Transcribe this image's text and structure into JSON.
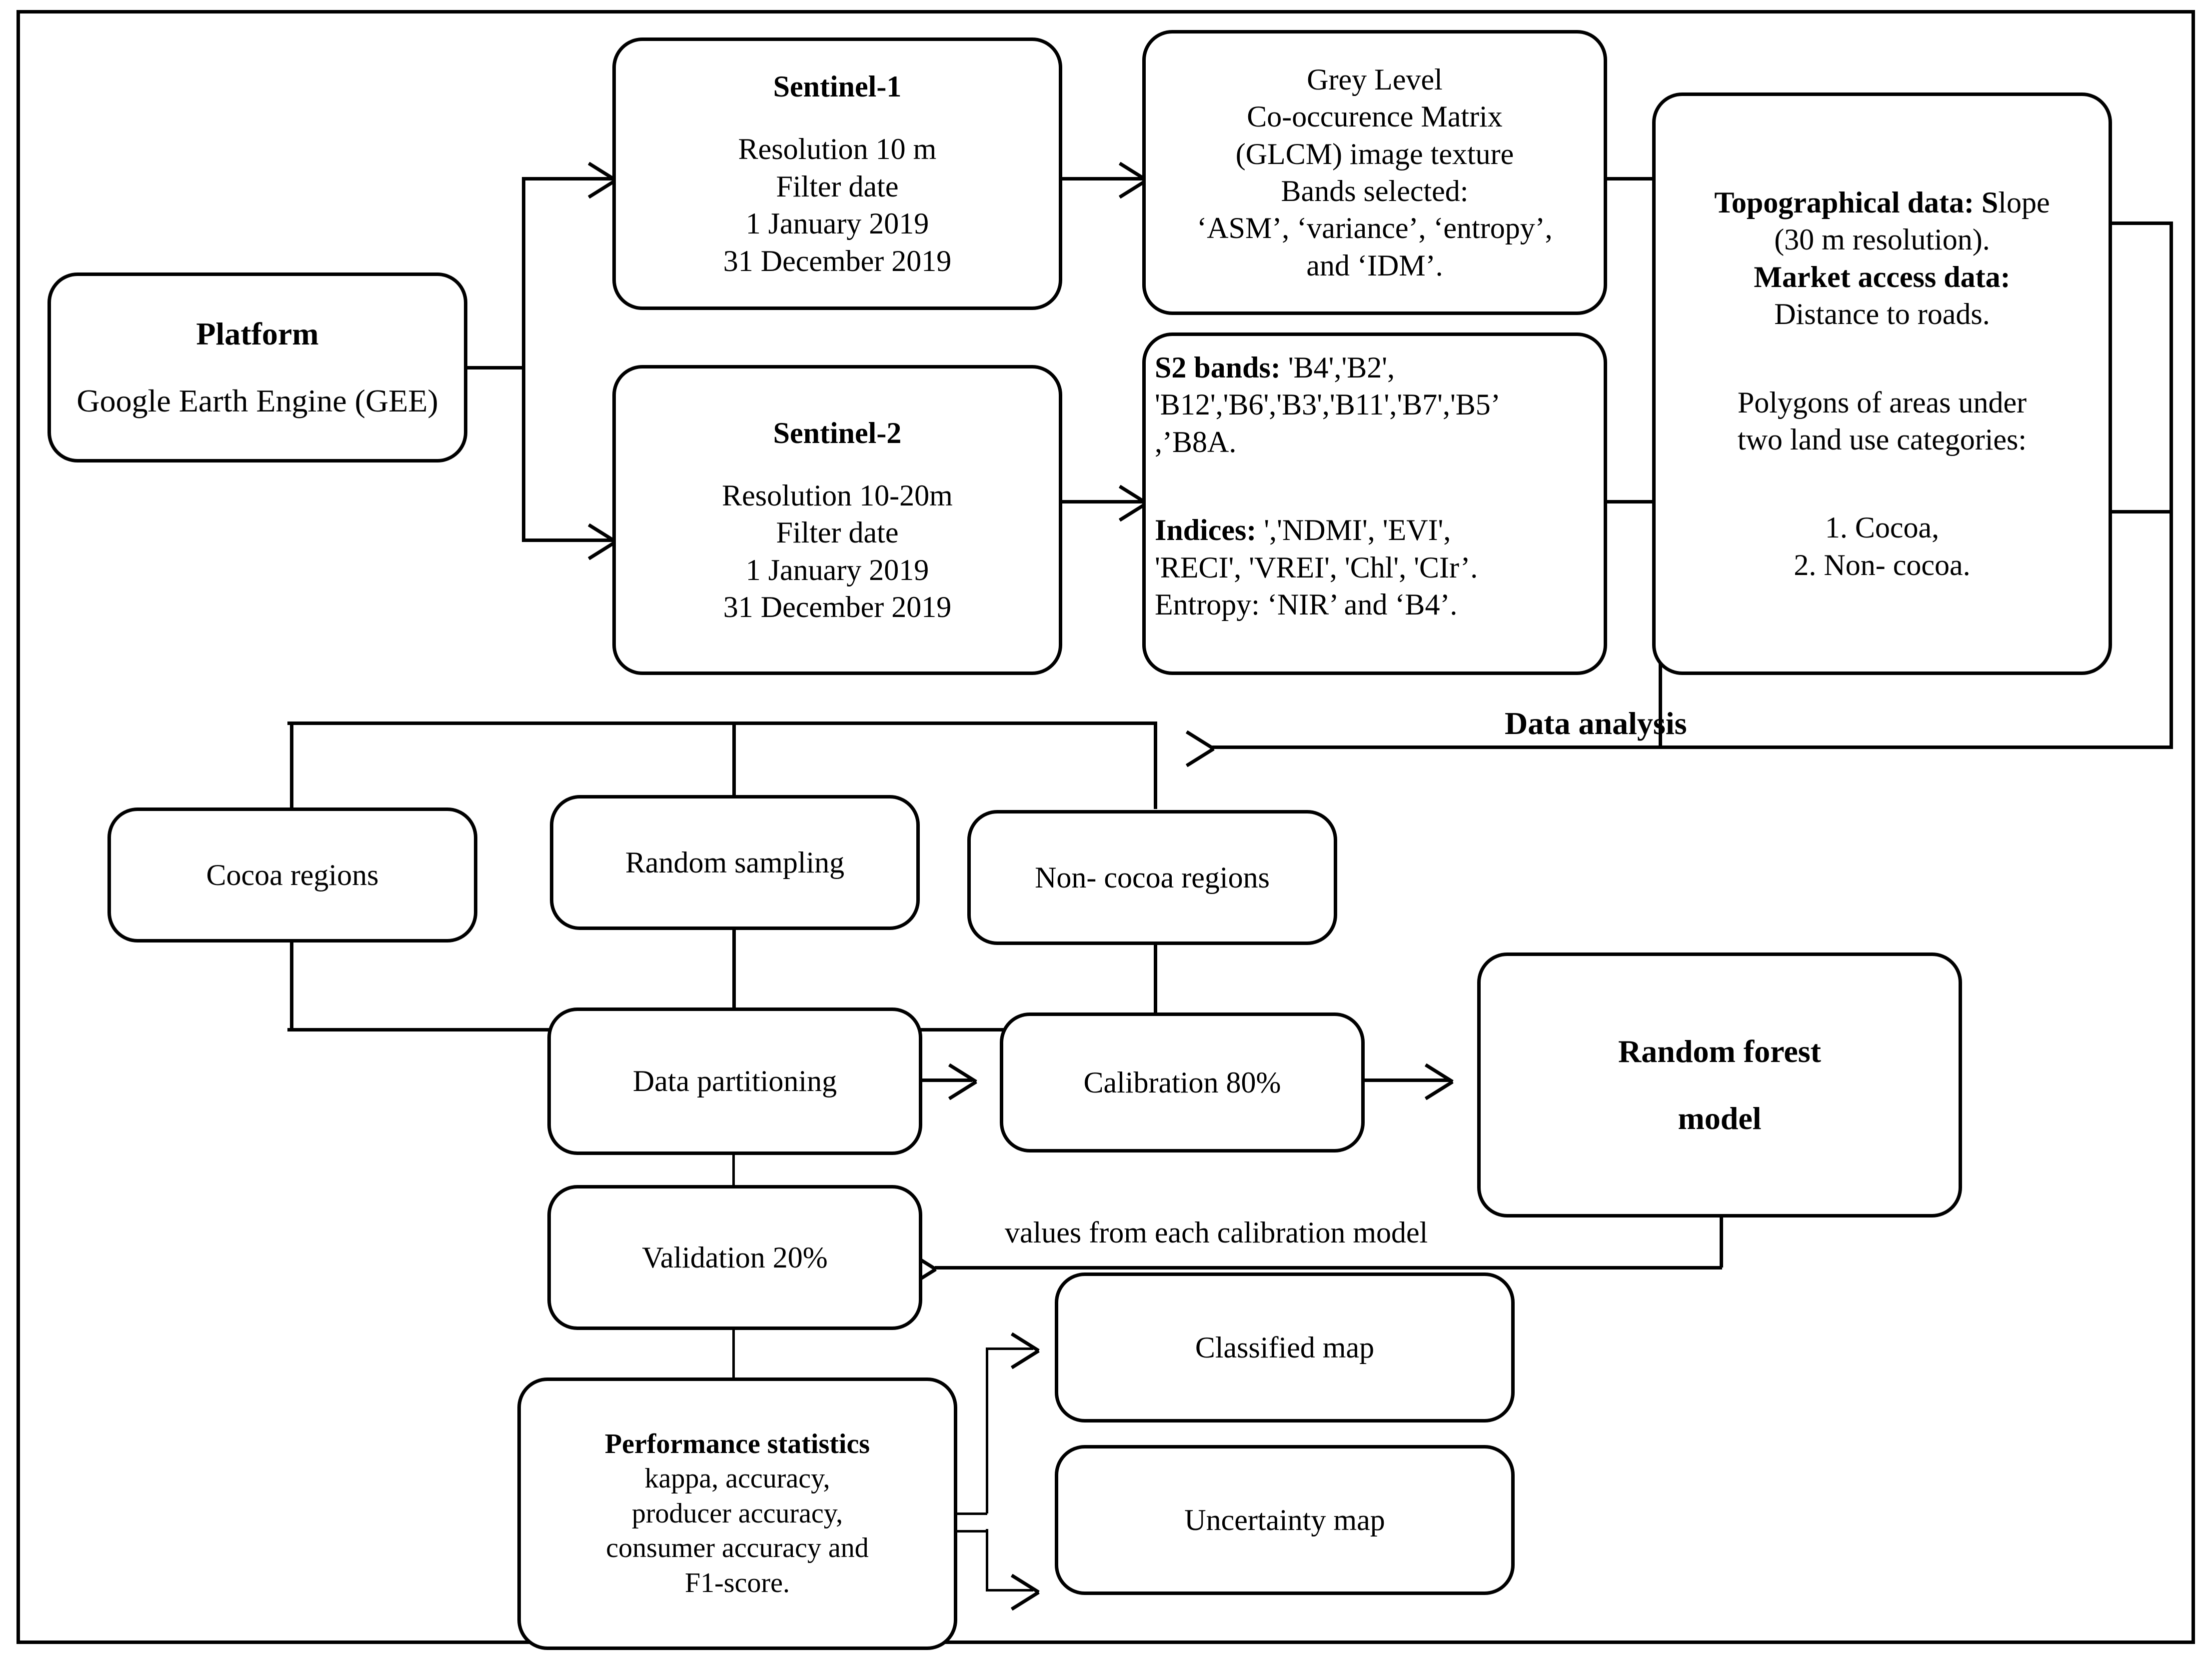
{
  "diagram": {
    "title": "Cocoa mapping workflow flowchart",
    "accent_color": "#000000",
    "background_color": "#ffffff"
  },
  "nodes": {
    "platform": {
      "heading": "Platform",
      "body": "Google Earth Engine  (GEE)"
    },
    "sentinel1": {
      "heading": "Sentinel-1",
      "lines": [
        "Resolution 10 m",
        "Filter date",
        "1 January 2019",
        "31 December 2019"
      ]
    },
    "sentinel2": {
      "heading": "Sentinel-2",
      "lines": [
        "Resolution 10-20m",
        "Filter date",
        "1 January 2019",
        "31 December 2019"
      ]
    },
    "glcm": {
      "lines": [
        "Grey Level",
        "Co-occurence Matrix",
        "(GLCM) image texture",
        "Bands selected:",
        "‘ASM’, ‘variance’, ‘entropy’,",
        "and ‘IDM’."
      ]
    },
    "s2bands": {
      "bands_label": "S2 bands:",
      "bands_line1": " 'B4','B2',",
      "bands_line2": "'B12','B6','B3','B11','B7','B5’",
      "bands_line3": ",’B8A.",
      "indices_label": "Indices:",
      "indices_line1": " ','NDMI', 'EVI',",
      "indices_line2": "'RECI', 'VREI', 'Chl', 'CIr’.",
      "entropy_line": "Entropy: ‘NIR’ and ‘B4’."
    },
    "ancillary": {
      "topo_label": "Topographical data: S",
      "topo_label_tail": "lope",
      "topo_line2": "(30 m resolution).",
      "market_label": "Market access data:",
      "market_line2": "Distance to roads.",
      "polygons_line1": "Polygons of  areas under",
      "polygons_line2": "two land use categories:",
      "item1": "1.   Cocoa,",
      "item2": "2.   Non- cocoa."
    },
    "cocoa_regions": {
      "label": "Cocoa regions"
    },
    "random_sampling": {
      "label": "Random sampling"
    },
    "non_cocoa_regions": {
      "label": "Non- cocoa regions"
    },
    "data_partitioning": {
      "label": "Data partitioning"
    },
    "calibration": {
      "label": "Calibration 80%"
    },
    "random_forest": {
      "line1": "Random forest",
      "line2": "model"
    },
    "validation": {
      "label": "Validation 20%"
    },
    "performance": {
      "heading": "Performance statistics",
      "lines": [
        "kappa, accuracy,",
        "producer accuracy,",
        "consumer accuracy and",
        "F1-score."
      ]
    },
    "classified_map": {
      "label": "Classified map"
    },
    "uncertainty_map": {
      "label": "Uncertainty  map"
    }
  },
  "edge_labels": {
    "data_analysis": "Data analysis",
    "calibration_feedback": "values from each calibration model"
  }
}
